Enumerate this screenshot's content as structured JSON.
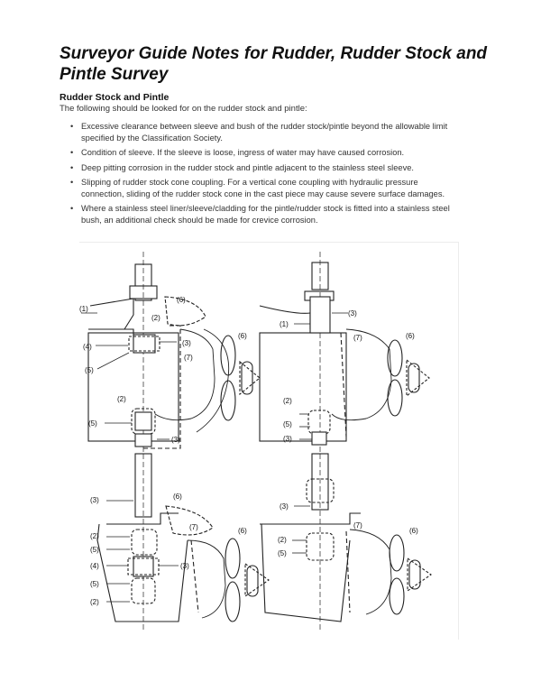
{
  "document": {
    "title": "Surveyor Guide Notes for Rudder, Rudder Stock and Pintle Survey",
    "section_heading": "Rudder Stock and Pintle",
    "intro": "The following should be looked for on the rudder stock and pintle:",
    "bullets": [
      "Excessive clearance between sleeve and bush of the rudder stock/pintle beyond the allowable limit specified by the Classification Society.",
      "Condition of sleeve. If the sleeve is loose, ingress of water may have caused corrosion.",
      "Deep pitting corrosion in the rudder stock and pintle adjacent to the stainless steel sleeve.",
      "Slipping of rudder stock cone coupling. For a vertical cone coupling with hydraulic pressure connection, sliding of the rudder stock cone in the cast piece may cause severe surface damages.",
      "Where a stainless steel liner/sleeve/cladding for the pintle/rudder stock is fitted into a stainless steel bush, an additional check should be made for crevice corrosion."
    ]
  },
  "figure": {
    "labels": {
      "l1": "(1)",
      "l2": "(2)",
      "l3": "(3)",
      "l4": "(4)",
      "l5": "(5)",
      "l6": "(6)",
      "l7": "(7)"
    }
  }
}
